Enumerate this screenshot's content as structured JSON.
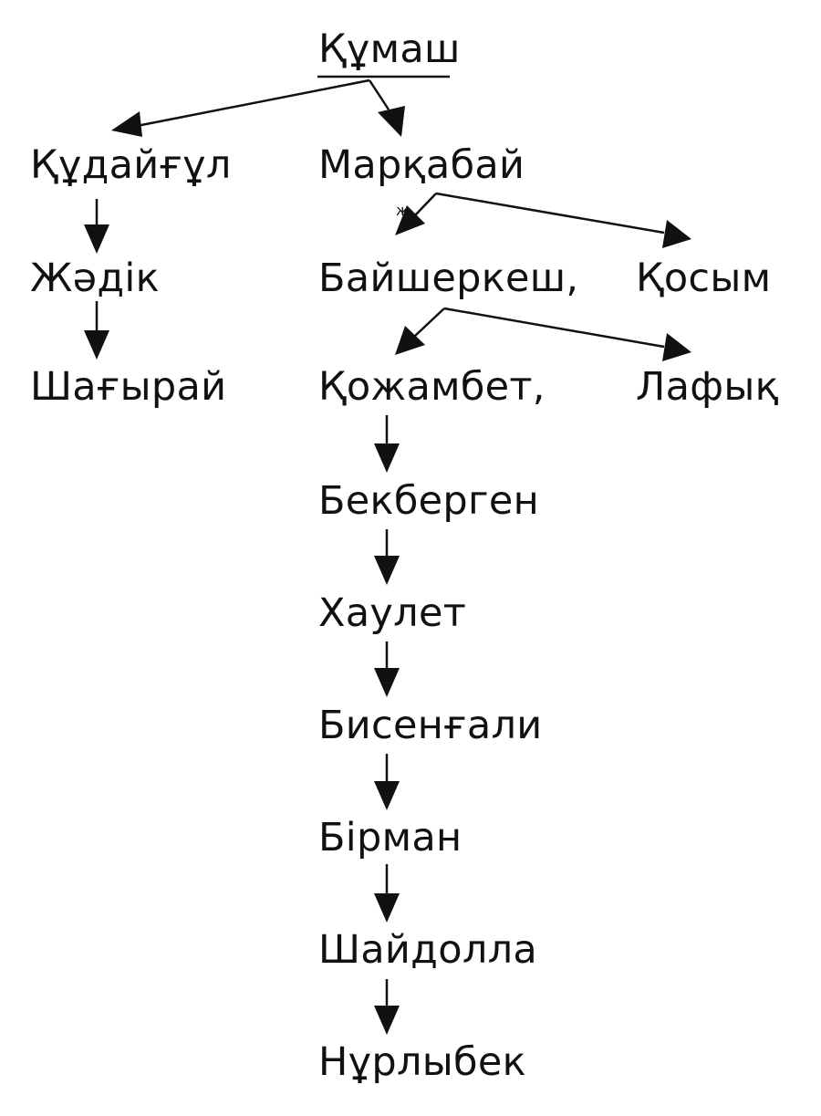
{
  "tree": {
    "root": "Құмаш",
    "left_branch": [
      "Құдайғұл",
      "Жәдік",
      "Шағырай"
    ],
    "main_branch": [
      "Марқабай",
      "Байшеркеш,",
      "Қожамбет,",
      "Бекберген",
      "Хаулет",
      "Бисенғали",
      "Бірман",
      "Шайдолла",
      "Нұрлыбек"
    ],
    "right_branch": [
      "Қосым",
      "Лафық"
    ]
  },
  "colors": {
    "text": "#111111",
    "line": "#111111",
    "background": "#ffffff"
  }
}
